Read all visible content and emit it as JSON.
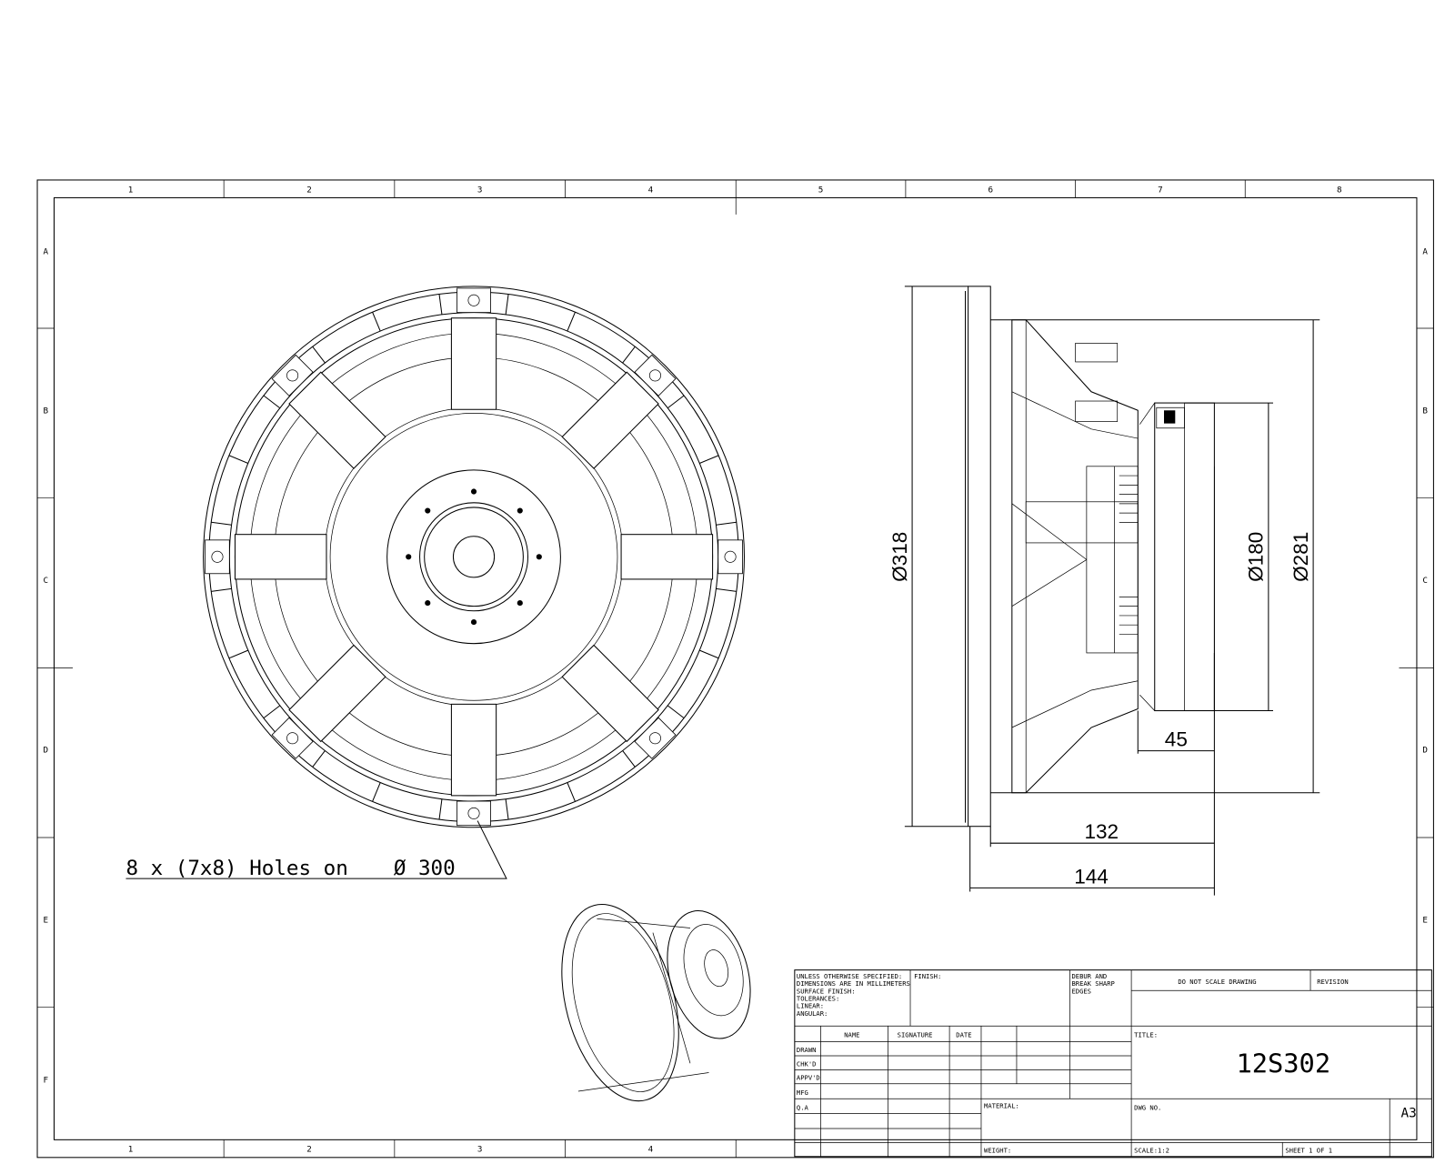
{
  "border": {
    "columns": [
      "1",
      "2",
      "3",
      "4",
      "5",
      "6",
      "7",
      "8"
    ],
    "rows": [
      "A",
      "B",
      "C",
      "D",
      "E",
      "F"
    ]
  },
  "front_view": {
    "note": "8 x (7x8) Holes on",
    "note_diameter": "Ø  300"
  },
  "side_view": {
    "dims": {
      "d318": "Ø318",
      "d281": "Ø281",
      "d180": "Ø180",
      "l45": "45",
      "l132": "132",
      "l144": "144"
    }
  },
  "title_block": {
    "general_notes": [
      "UNLESS OTHERWISE SPECIFIED:",
      "DIMENSIONS ARE IN MILLIMETERS",
      "SURFACE FINISH:",
      "TOLERANCES:",
      "  LINEAR:",
      "  ANGULAR:"
    ],
    "finish": "FINISH:",
    "deburr": [
      "DEBUR AND",
      "BREAK SHARP",
      "EDGES"
    ],
    "do_not_scale": "DO NOT SCALE DRAWING",
    "revision": "REVISION",
    "headers": {
      "name": "NAME",
      "signature": "SIGNATURE",
      "date": "DATE"
    },
    "roles": [
      "DRAWN",
      "CHK'D",
      "APPV'D",
      "MFG",
      "Q.A"
    ],
    "material": "MATERIAL:",
    "title_label": "TITLE:",
    "title": "12S302",
    "dwg_no": "DWG NO.",
    "size": "A3",
    "weight": "WEIGHT:",
    "scale": "SCALE:1:2",
    "sheet": "SHEET 1 OF 1"
  }
}
